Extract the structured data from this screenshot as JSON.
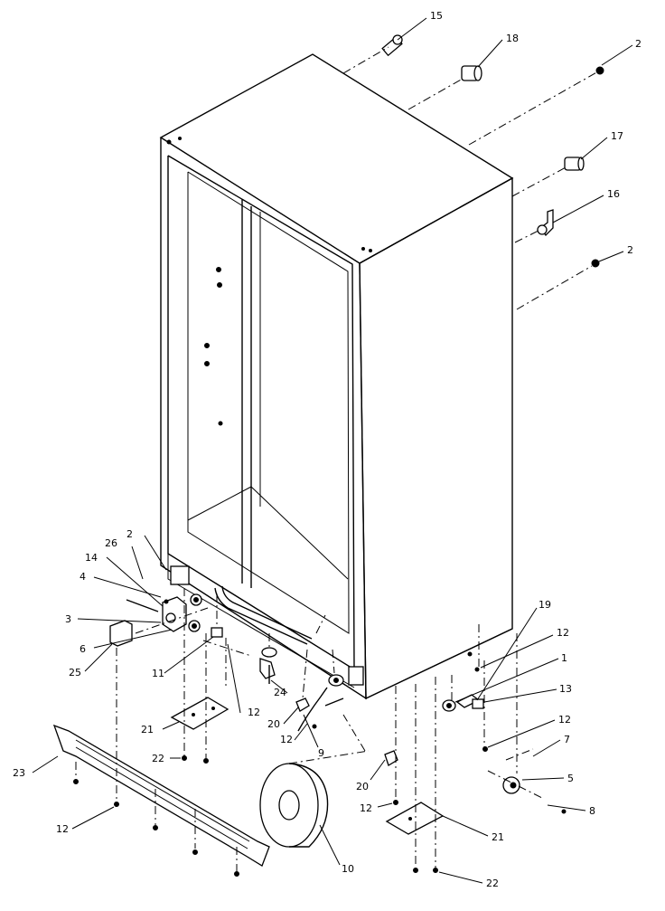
{
  "diagram": {
    "callouts": [
      {
        "id": "c15a",
        "text": "15"
      },
      {
        "id": "c18",
        "text": "18"
      },
      {
        "id": "c2a",
        "text": "2"
      },
      {
        "id": "c17",
        "text": "17"
      },
      {
        "id": "c16",
        "text": "16"
      },
      {
        "id": "c2b",
        "text": "2"
      },
      {
        "id": "c2c",
        "text": "2"
      },
      {
        "id": "c26",
        "text": "26"
      },
      {
        "id": "c14",
        "text": "14"
      },
      {
        "id": "c4",
        "text": "4"
      },
      {
        "id": "c3",
        "text": "3"
      },
      {
        "id": "c6",
        "text": "6"
      },
      {
        "id": "c25",
        "text": "25"
      },
      {
        "id": "c11",
        "text": "11"
      },
      {
        "id": "c24",
        "text": "24"
      },
      {
        "id": "c12a",
        "text": "12"
      },
      {
        "id": "c20a",
        "text": "20"
      },
      {
        "id": "c21a",
        "text": "21"
      },
      {
        "id": "c12b",
        "text": "12"
      },
      {
        "id": "c9",
        "text": "9"
      },
      {
        "id": "c22a",
        "text": "22"
      },
      {
        "id": "c23",
        "text": "23"
      },
      {
        "id": "c12c",
        "text": "12"
      },
      {
        "id": "c10",
        "text": "10"
      },
      {
        "id": "c20b",
        "text": "20"
      },
      {
        "id": "c12d",
        "text": "12"
      },
      {
        "id": "c21b",
        "text": "21"
      },
      {
        "id": "c22b",
        "text": "22"
      },
      {
        "id": "c19",
        "text": "19"
      },
      {
        "id": "c12e",
        "text": "12"
      },
      {
        "id": "c1",
        "text": "1"
      },
      {
        "id": "c13",
        "text": "13"
      },
      {
        "id": "c12f",
        "text": "12"
      },
      {
        "id": "c7",
        "text": "7"
      },
      {
        "id": "c5",
        "text": "5"
      },
      {
        "id": "c8",
        "text": "8"
      }
    ]
  }
}
